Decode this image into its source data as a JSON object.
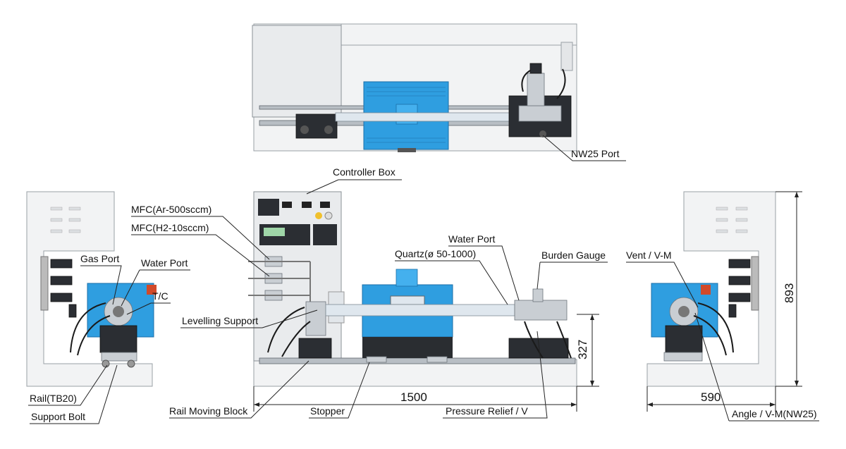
{
  "labels": {
    "nw25_port": "NW25 Port",
    "controller_box": "Controller Box",
    "mfc_ar": "MFC(Ar-500sccm)",
    "mfc_h2": "MFC(H2-10sccm)",
    "gas_port": "Gas Port",
    "water_port_left": "Water Port",
    "tc": "T/C",
    "levelling_support": "Levelling Support",
    "water_port_center": "Water Port",
    "quartz": "Quartz(ø 50-1000)",
    "burden_gauge": "Burden Gauge",
    "vent": "Vent / V-M",
    "rail": "Rail(TB20)",
    "support_bolt": "Support Bolt",
    "rail_moving_block": "Rail Moving Block",
    "stopper": "Stopper",
    "pressure_relief": "Pressure Relief / V",
    "angle_valve": "Angle / V-M(NW25)"
  },
  "dimensions": {
    "height_side": "893",
    "height_front": "327",
    "width_front": "1500",
    "width_side": "590"
  },
  "colors": {
    "furnace_blue": "#2f9ee0",
    "frame_gray": "#f2f3f4",
    "dark_parts": "#2b2e33"
  }
}
